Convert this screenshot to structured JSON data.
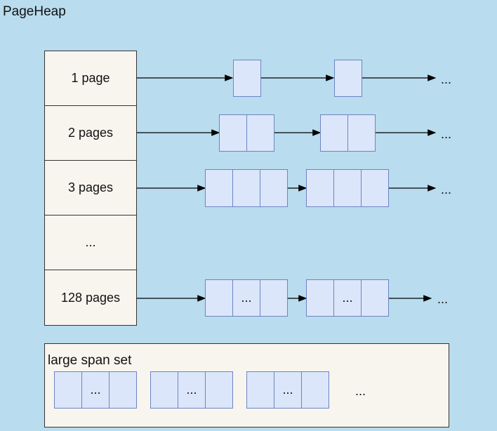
{
  "title": "PageHeap",
  "rows": [
    {
      "label": "1 page",
      "more": "..."
    },
    {
      "label": "2 pages",
      "more": "..."
    },
    {
      "label": "3 pages",
      "more": "..."
    },
    {
      "label": "...",
      "more": ""
    },
    {
      "label": "128 pages",
      "more": "...",
      "span_mid": "..."
    }
  ],
  "large_span_set": {
    "label": "large span set",
    "span_mid": "...",
    "more": "..."
  },
  "colors": {
    "background": "#b9dcee",
    "cell_fill": "#f8f5ee",
    "page_fill": "#dbe6fa",
    "page_border": "#6e84c2"
  }
}
